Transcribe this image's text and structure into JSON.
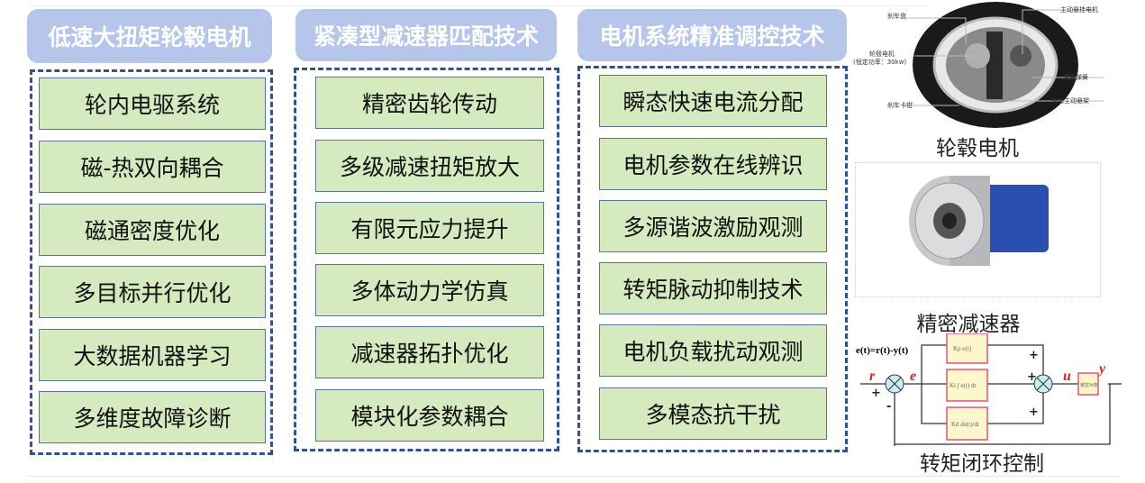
{
  "columns": [
    {
      "title": "低速大扭矩轮毂电机",
      "items": [
        "轮内电驱系统",
        "磁-热双向耦合",
        "磁通密度优化",
        "多目标并行优化",
        "大数据机器学习",
        "多维度故障诊断"
      ]
    },
    {
      "title": "紧凑型减速器匹配技术",
      "items": [
        "精密齿轮传动",
        "多级减速扭矩放大",
        "有限元应力提升",
        "多体动力学仿真",
        "减速器拓扑优化",
        "模块化参数耦合"
      ]
    },
    {
      "title": "电机系统精准调控技术",
      "items": [
        "瞬态快速电流分配",
        "电机参数在线辨识",
        "多源谐波激励观测",
        "转矩脉动抑制技术",
        "电机负载扰动观测",
        "多模态抗干扰"
      ]
    }
  ],
  "images": {
    "wheel": {
      "caption": "轮毂电机",
      "labels": {
        "brake_disc": "刹车盘",
        "active_motor": "主动悬挂电机",
        "hub_motor": "轮毂电机",
        "hub_motor_power": "(恒定功率：30kw)",
        "damper": "减震弹簧",
        "suspension": "轮内主动悬架",
        "caliper": "刹车卡钳"
      }
    },
    "reducer": {
      "caption": "精密减速器"
    },
    "control": {
      "caption": "转矩闭环控制",
      "equation": "e(t)=r(t)-y(t)",
      "r": "r",
      "e": "e",
      "u": "u",
      "y": "y",
      "plus": "+",
      "minus": "-",
      "kp": "Kp e(t)",
      "ki": "Ki ∫ e(t) dt",
      "kd": "Kd de(t)/dt",
      "plant": "被控对象"
    }
  }
}
